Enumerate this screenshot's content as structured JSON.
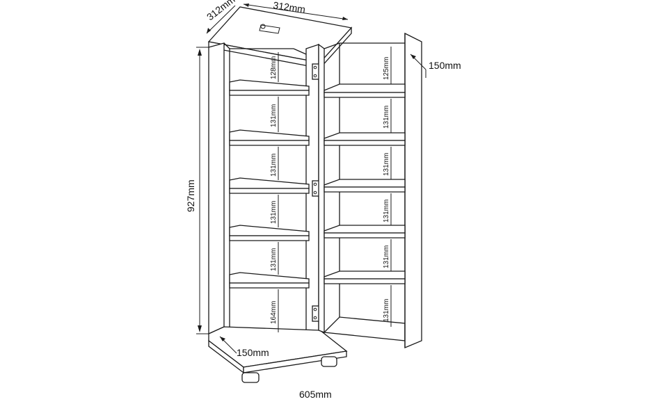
{
  "dimensions": {
    "top_width": "312mm",
    "top_depth": "312mm",
    "height": "927mm",
    "door_depth": "150mm",
    "base_depth": "150mm",
    "open_width": "605mm"
  },
  "left_shelf_spacing": [
    "128mm",
    "131mm",
    "131mm",
    "131mm",
    "131mm",
    "164mm"
  ],
  "right_shelf_spacing": [
    "125mm",
    "131mm",
    "131mm",
    "131mm",
    "131mm",
    "131mm"
  ]
}
